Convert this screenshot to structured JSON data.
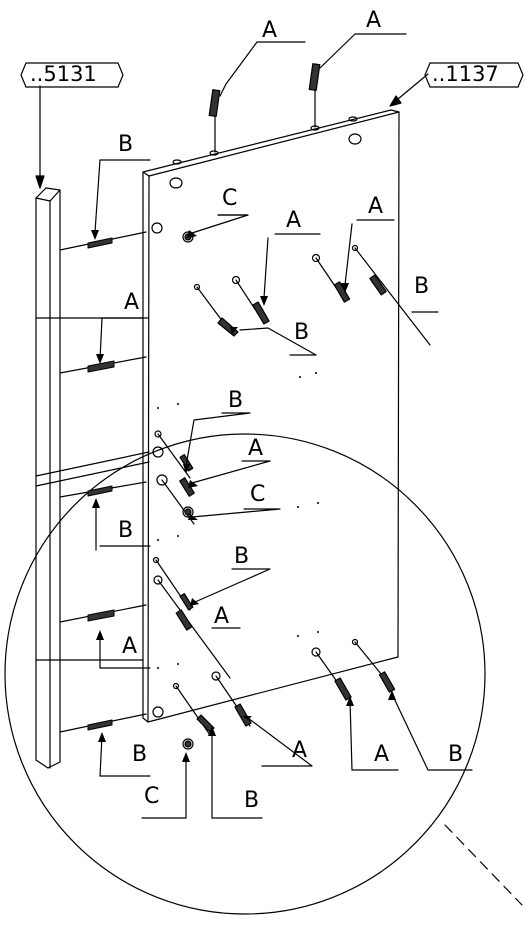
{
  "part_tags": {
    "left": "..5131",
    "right": "..1137"
  },
  "labels": {
    "a": "A",
    "b": "B",
    "c": "C"
  }
}
